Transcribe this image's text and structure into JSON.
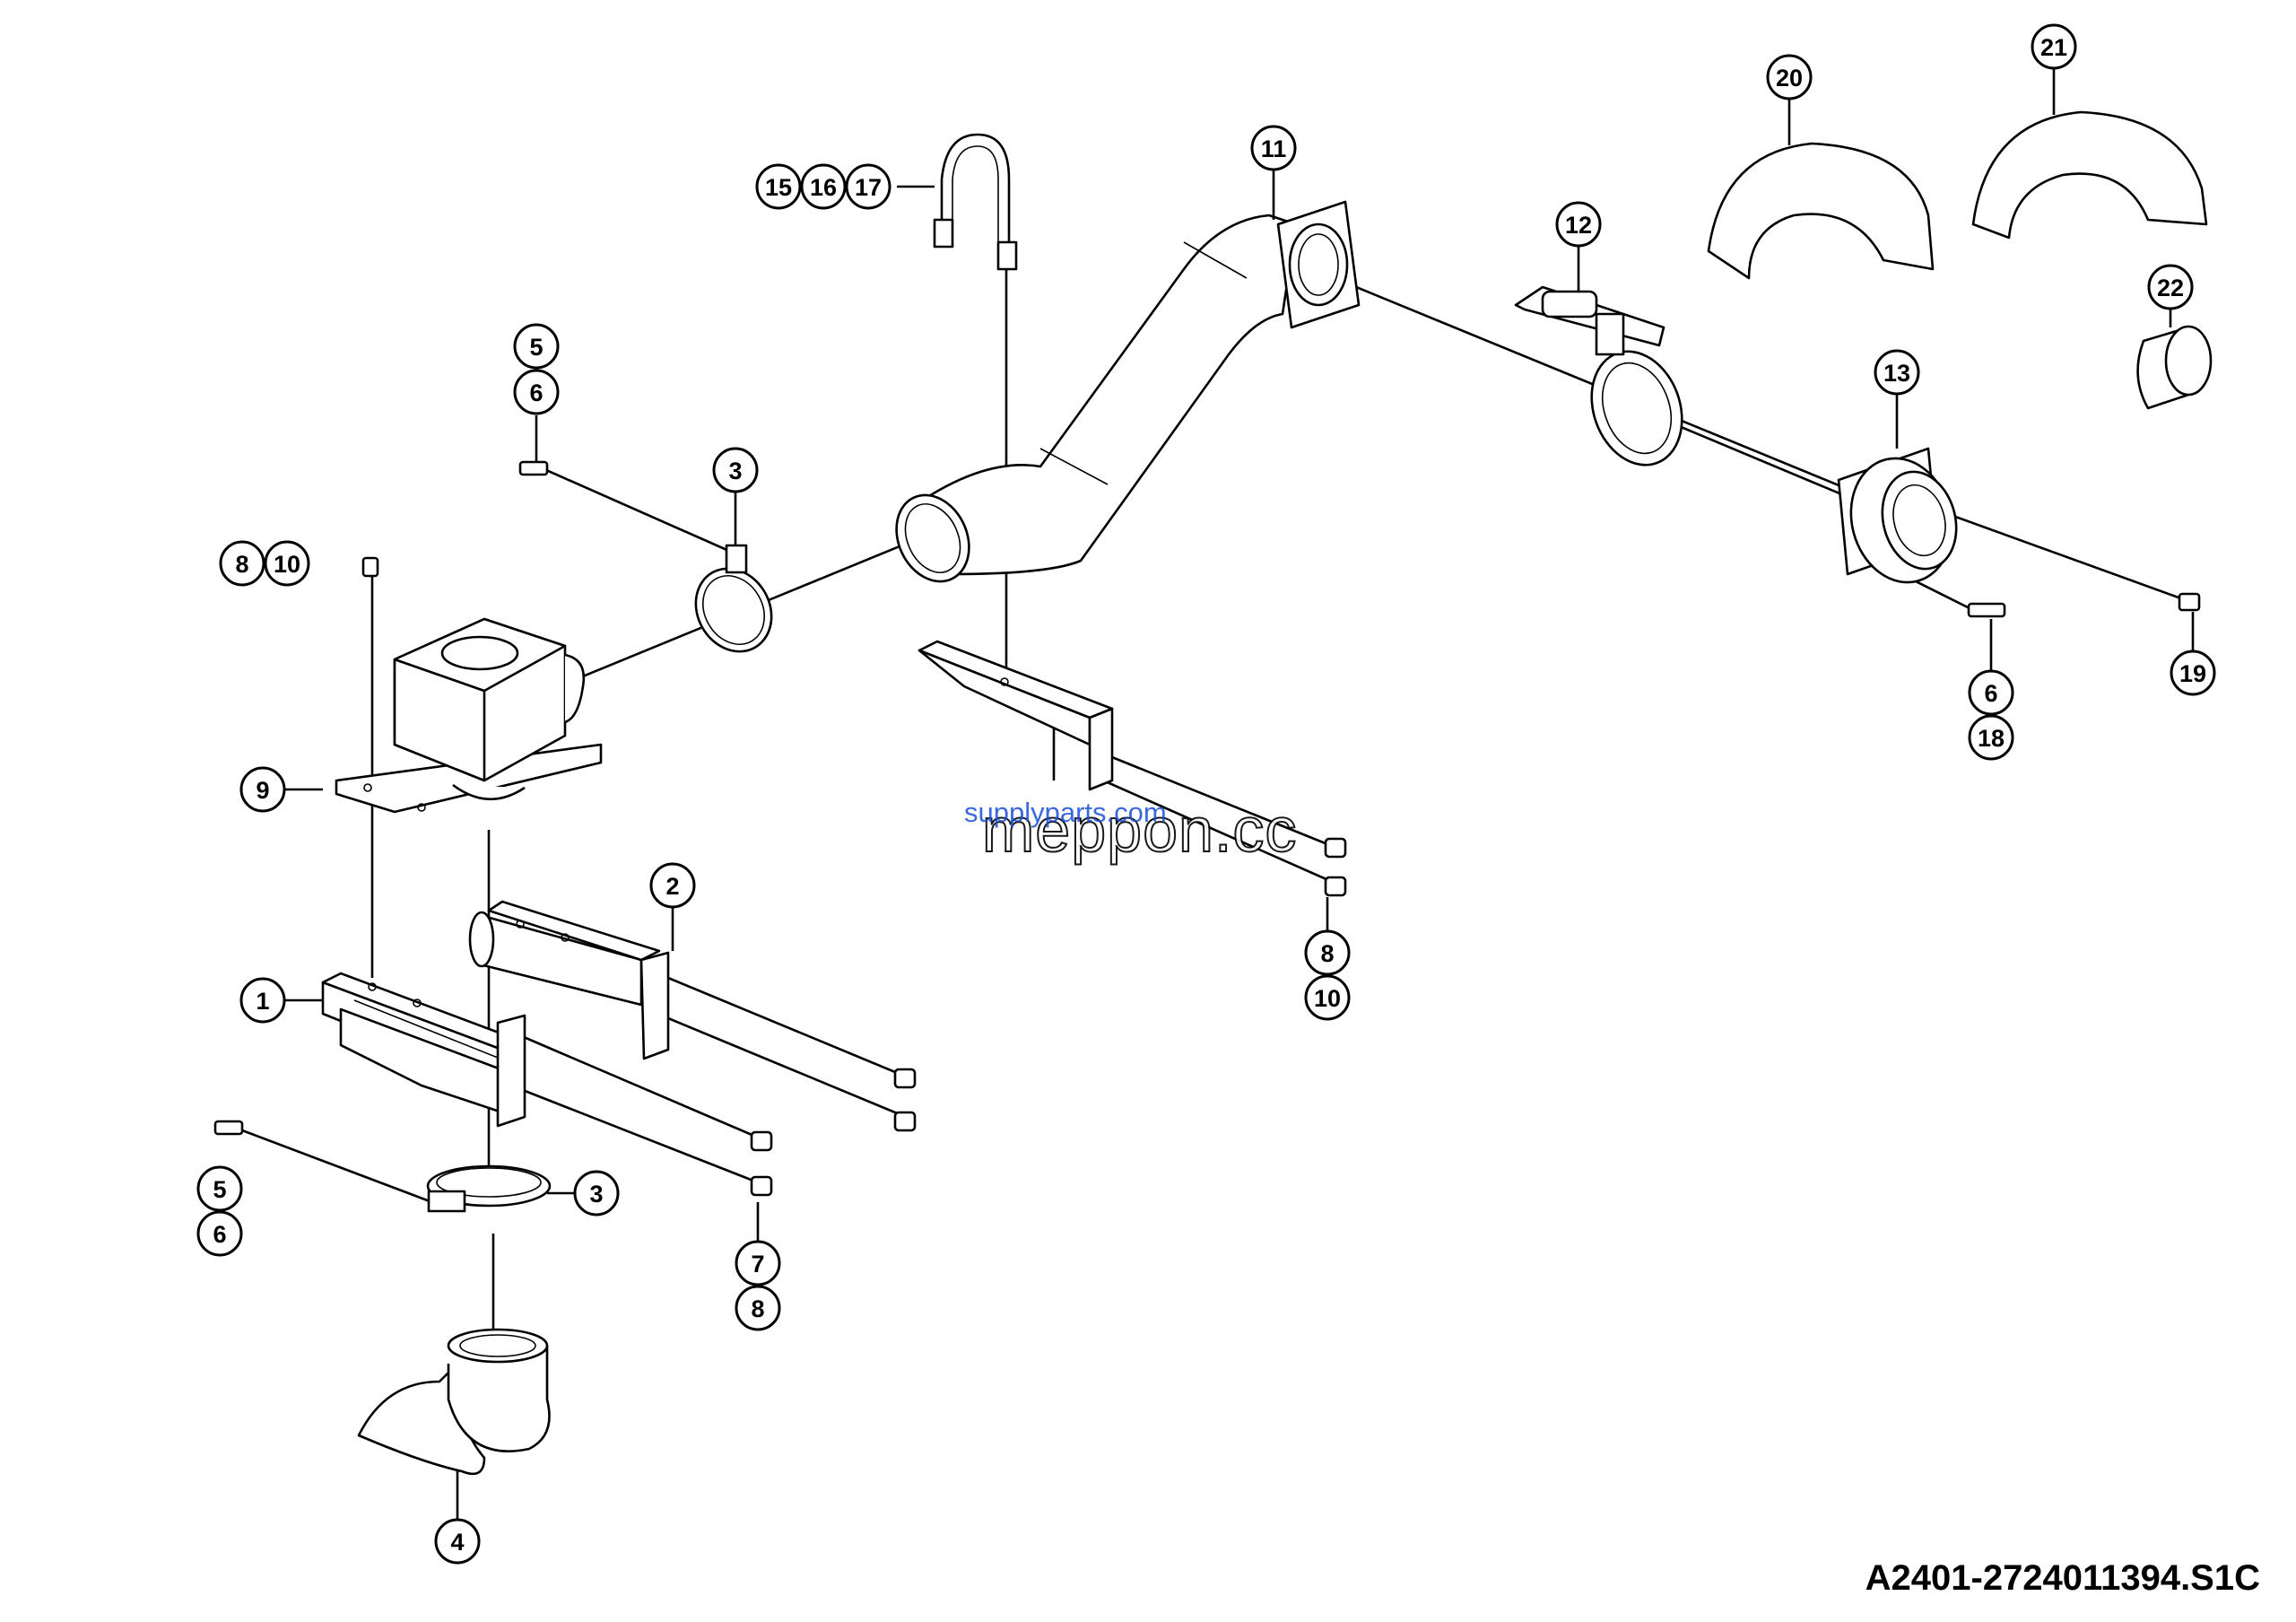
{
  "drawing_code": "A2401-2724011394.S1C",
  "watermark": {
    "url": "supplyparts.com",
    "logo": "meppon.cc"
  },
  "callouts": [
    {
      "label": "1"
    },
    {
      "label": "2"
    },
    {
      "label": "3"
    },
    {
      "label": "3"
    },
    {
      "label": "4"
    },
    {
      "label": "5"
    },
    {
      "label": "6"
    },
    {
      "label": "5"
    },
    {
      "label": "6"
    },
    {
      "label": "7"
    },
    {
      "label": "8"
    },
    {
      "label": "8"
    },
    {
      "label": "10"
    },
    {
      "label": "9"
    },
    {
      "label": "8"
    },
    {
      "label": "10"
    },
    {
      "label": "11"
    },
    {
      "label": "12"
    },
    {
      "label": "13"
    },
    {
      "label": "15"
    },
    {
      "label": "16"
    },
    {
      "label": "17"
    },
    {
      "label": "6"
    },
    {
      "label": "18"
    },
    {
      "label": "19"
    },
    {
      "label": "20"
    },
    {
      "label": "21"
    },
    {
      "label": "22"
    }
  ]
}
